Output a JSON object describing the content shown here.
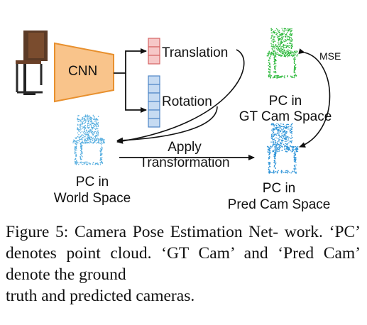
{
  "diagram": {
    "cnn_label": "CNN",
    "translation_label": "Translation",
    "rotation_label": "Rotation",
    "mse_label": "MSE",
    "gt_space_label_1": "PC in",
    "gt_space_label_2": "GT Cam Space",
    "world_space_label_1": "PC in",
    "world_space_label_2": "World Space",
    "pred_space_label_1": "PC in",
    "pred_space_label_2": "Pred Cam Space",
    "apply_label_1": "Apply",
    "apply_label_2": "Transformation",
    "colors": {
      "cnn_fill": "#f9c48b",
      "cnn_stroke": "#e8902e",
      "translation_fill": "#f6c7c7",
      "translation_stroke": "#d56464",
      "rotation_fill": "#c6dbf2",
      "rotation_stroke": "#4f86c6",
      "gt_pc": "#2db93c",
      "pred_pc": "#2c93d8",
      "world_pc": "#56aee0"
    }
  },
  "caption": {
    "line1": "Figure 5: Camera Pose Estimation Net-",
    "line2": "work. ‘PC’ denotes point cloud. ‘GT",
    "line3": "Cam’ and ‘Pred Cam’ denote the ground",
    "line4": "truth and predicted cameras."
  }
}
